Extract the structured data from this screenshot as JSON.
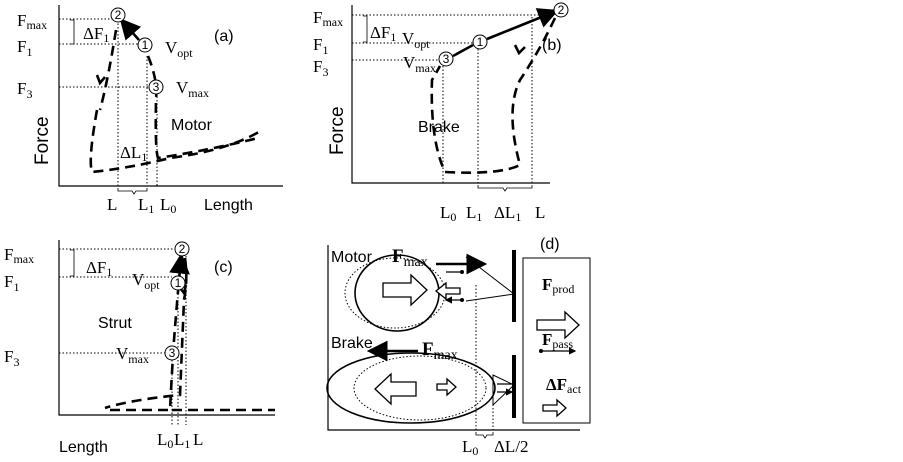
{
  "panel_a": {
    "label": "(a)",
    "ylabel": "Force",
    "xlabel": "Length",
    "regime": "Motor",
    "y_ticks": [
      {
        "main": "F",
        "sub": "max"
      },
      {
        "main": "F",
        "sub": "1"
      },
      {
        "main": "F",
        "sub": "3"
      }
    ],
    "x_ticks": [
      {
        "main": "L",
        "sub": ""
      },
      {
        "main": "L",
        "sub": "1"
      },
      {
        "main": "L",
        "sub": "0"
      }
    ],
    "dF": {
      "main": "ΔF",
      "sub": "1"
    },
    "dL": {
      "main": "ΔL",
      "sub": "1"
    },
    "v_opt": {
      "main": "V",
      "sub": "opt"
    },
    "v_max": {
      "main": "V",
      "sub": "max"
    },
    "points": [
      "1",
      "2",
      "3"
    ]
  },
  "panel_b": {
    "label": "(b)",
    "ylabel": "Force",
    "regime": "Brake",
    "y_ticks": [
      {
        "main": "F",
        "sub": "max"
      },
      {
        "main": "F",
        "sub": "1"
      },
      {
        "main": "F",
        "sub": "3"
      }
    ],
    "x_ticks": [
      {
        "main": "L",
        "sub": "0"
      },
      {
        "main": "L",
        "sub": "1"
      },
      {
        "main": "L",
        "sub": ""
      }
    ],
    "dF": {
      "main": "ΔF",
      "sub": "1"
    },
    "dL": {
      "main": "ΔL",
      "sub": "1"
    },
    "v_opt": {
      "main": "V",
      "sub": "opt"
    },
    "v_max": {
      "main": "V",
      "sub": "max"
    },
    "points": [
      "1",
      "2",
      "3"
    ]
  },
  "panel_c": {
    "label": "(c)",
    "xlabel": "Length",
    "regime": "Strut",
    "y_ticks": [
      {
        "main": "F",
        "sub": "max"
      },
      {
        "main": "F",
        "sub": "1"
      },
      {
        "main": "F",
        "sub": "3"
      }
    ],
    "x_ticks": [
      {
        "main": "L",
        "sub": "0"
      },
      {
        "main": "L",
        "sub": "1"
      },
      {
        "main": "L",
        "sub": ""
      }
    ],
    "dF": {
      "main": "ΔF",
      "sub": "1"
    },
    "v_opt": {
      "main": "V",
      "sub": "opt"
    },
    "v_max": {
      "main": "V",
      "sub": "max"
    },
    "points": [
      "1",
      "2",
      "3"
    ]
  },
  "panel_d": {
    "label": "(d)",
    "motor": "Motor",
    "brake": "Brake",
    "fmax": {
      "main": "F",
      "sub": "max"
    },
    "x_ticks": [
      {
        "main": "L",
        "sub": "0"
      },
      {
        "main": "ΔL/2",
        "sub": ""
      }
    ],
    "legend": [
      {
        "main": "F",
        "sub": "prod"
      },
      {
        "main": "F",
        "sub": "pass"
      },
      {
        "main": "ΔF",
        "sub": "act"
      }
    ]
  }
}
